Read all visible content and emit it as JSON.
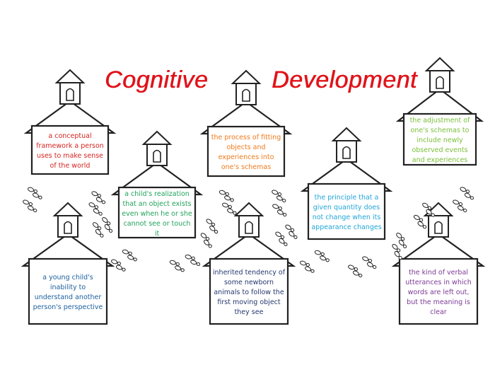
{
  "title": {
    "words": [
      "Cognitive",
      "Development"
    ],
    "color": "#e0131a"
  },
  "definitions": [
    {
      "id": "schema",
      "text": "a conceptual framework a person uses to make sense of the world",
      "color": "#d7231f"
    },
    {
      "id": "object-permanence",
      "text": "a child's realization that an object exists even when he or she cannot see or touch it",
      "color": "#1fa35a"
    },
    {
      "id": "assimilation",
      "text": "the process of fitting objects and experiences into one's schemas",
      "color": "#ef7a1a"
    },
    {
      "id": "conservation",
      "text": "the principle that a given quantity does not change when its appearance changes",
      "color": "#23a6d9"
    },
    {
      "id": "accommodation",
      "text": "the adjustment of one's schemas to include newly observed events and experiences",
      "color": "#7bbf3a"
    },
    {
      "id": "egocentrism",
      "text": "a young child's inability to understand another person's perspective",
      "color": "#1c5f9e"
    },
    {
      "id": "imprinting",
      "text": "inherited tendency of some newborn animals to follow the first moving object they see",
      "color": "#24386f"
    },
    {
      "id": "telegraphic-speech",
      "text": "the kind of verbal utterances in which words are left out, but the meaning is clear",
      "color": "#7c3a96"
    }
  ],
  "icons": {
    "house": "schoolhouse-icon",
    "footprints": "footprints-icon"
  },
  "colors": {
    "outline": "#222222",
    "background": "#ffffff"
  }
}
